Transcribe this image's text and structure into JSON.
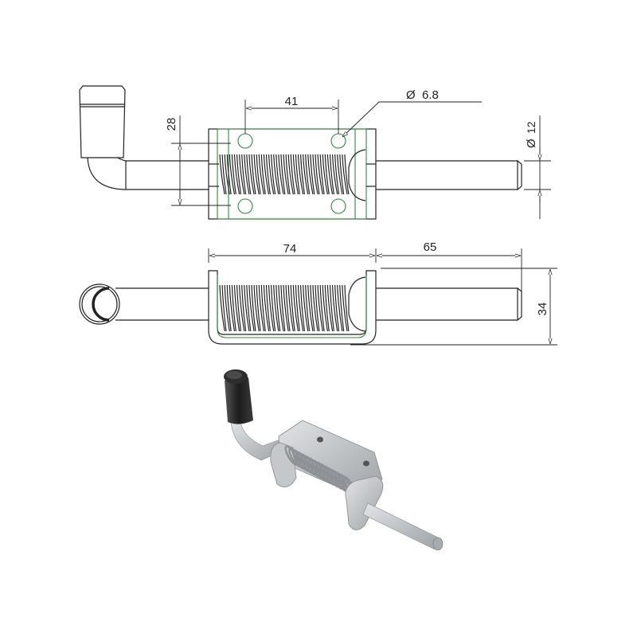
{
  "title": "Spring latch bolt technical drawing",
  "dimensions": {
    "hole_spacing": "41",
    "hole_diameter": "6.8",
    "hole_vertical_spacing": "28",
    "pin_diameter": "12",
    "bracket_length": "74",
    "pin_extension": "65",
    "bracket_height": "34"
  },
  "symbols": {
    "diameter": "Ø"
  },
  "colors": {
    "line": "#222222",
    "inner_line": "#2e8b3a",
    "metal": "#b9bcc0",
    "grip": "#2a2a2a"
  }
}
